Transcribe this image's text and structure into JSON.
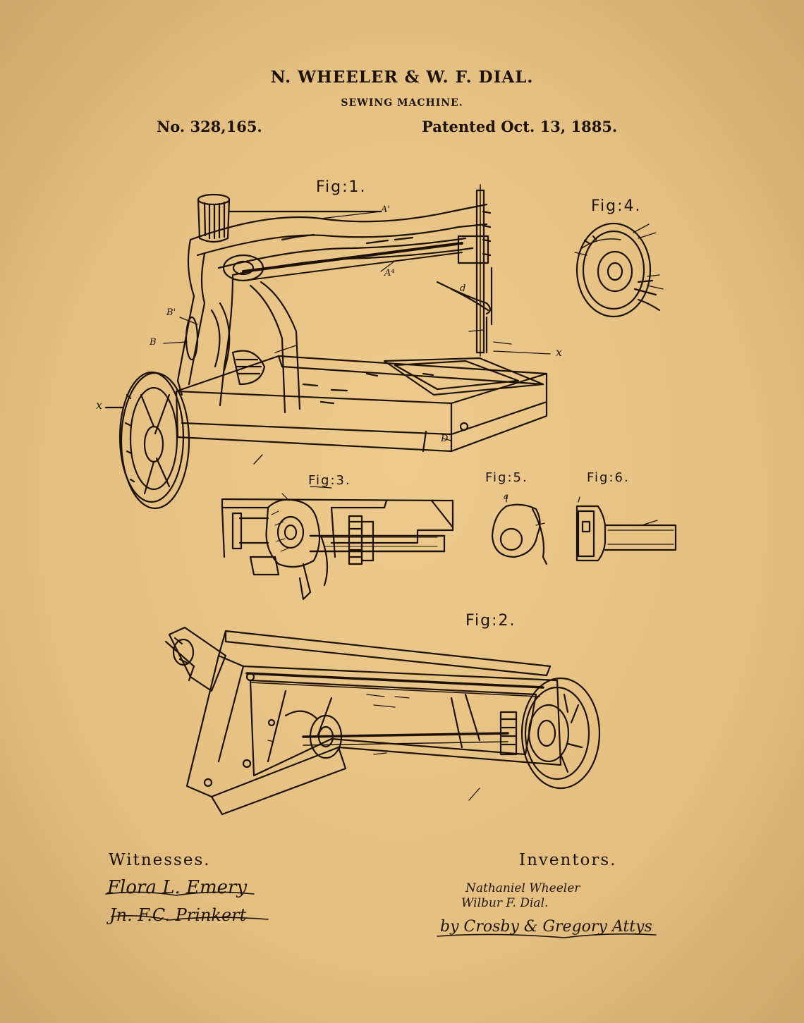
{
  "header": {
    "title": "N. WHEELER & W. F. DIAL.",
    "subtitle": "SEWING MACHINE.",
    "patent_number": "No. 328,165.",
    "patent_date": "Patented Oct. 13, 1885."
  },
  "figures": {
    "fig1": "Fig:1.",
    "fig2": "Fig:2.",
    "fig3": "Fig:3.",
    "fig4": "Fig:4.",
    "fig5": "Fig:5.",
    "fig6": "Fig:6."
  },
  "labels": {
    "x": "x",
    "A1": "A'",
    "A4": "A⁴",
    "B1": "B'",
    "B": "B",
    "D": "D",
    "d": "d",
    "a": "a"
  },
  "signatures": {
    "witnesses_heading": "Witnesses.",
    "witness_1": "Flora L. Emery",
    "witness_2": "Jn. F.C. Prinkert",
    "inventors_heading": "Inventors.",
    "inventor_1": "Nathaniel Wheeler",
    "inventor_2": "Wilbur F. Dial.",
    "attorneys": "by Crosby & Gregory Attys"
  },
  "colors": {
    "paper": "#e4c083",
    "ink": "#1e1208"
  }
}
